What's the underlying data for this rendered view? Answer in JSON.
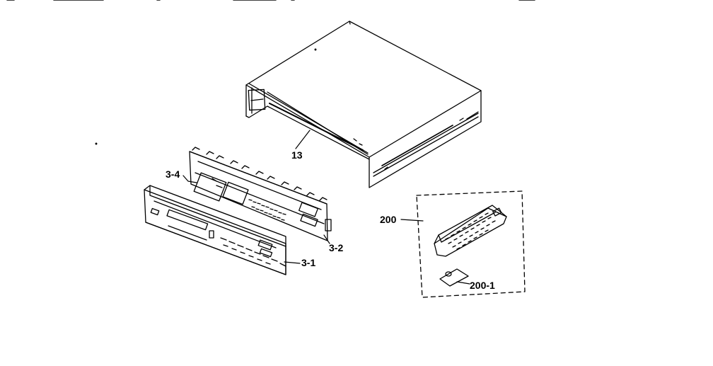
{
  "diagram": {
    "labels": {
      "part_13": "13",
      "part_3_4": "3-4",
      "part_3_2": "3-2",
      "part_3_1": "3-1",
      "part_200": "200",
      "part_200_1": "200-1"
    },
    "colors": {
      "line": "#000000",
      "background": "#ffffff"
    }
  }
}
